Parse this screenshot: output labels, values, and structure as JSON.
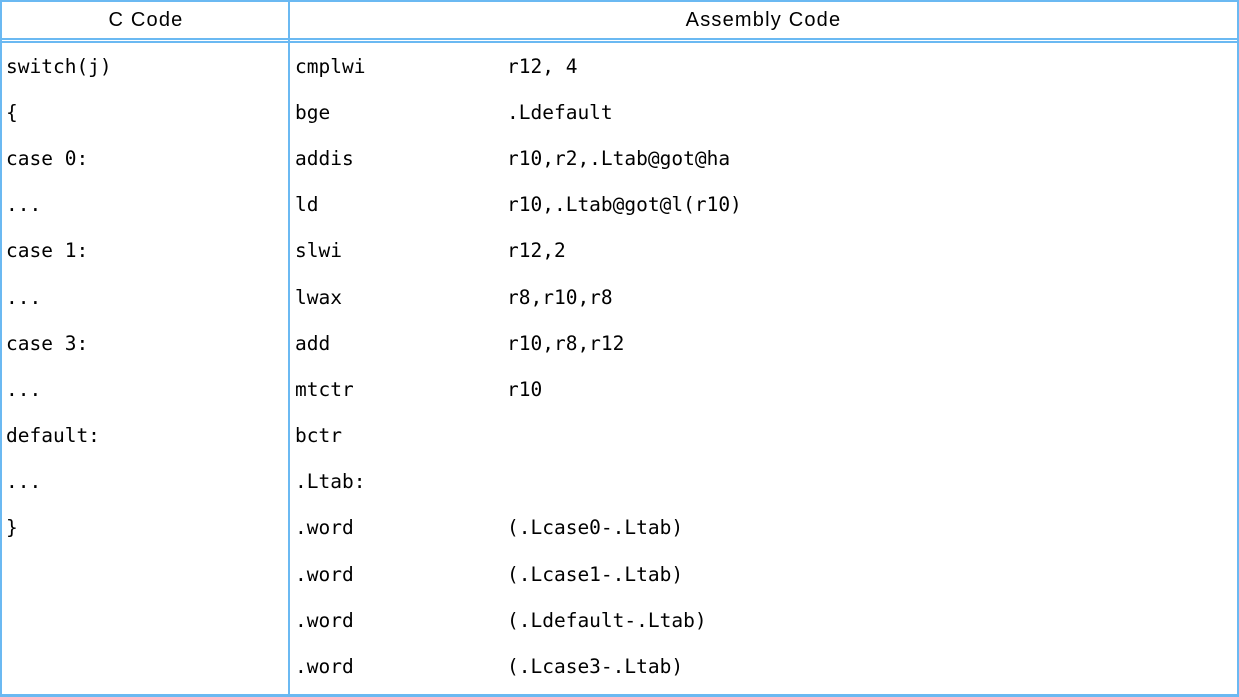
{
  "table": {
    "columns": [
      {
        "label": "C Code"
      },
      {
        "label": "Assembly Code"
      }
    ],
    "rows": [
      {
        "c": "switch(j)",
        "op": "cmplwi",
        "args": "r12, 4"
      },
      {
        "c": "{",
        "op": "bge",
        "args": ".Ldefault"
      },
      {
        "c": "case 0:",
        "op": "addis",
        "args": "r10,r2,.Ltab@got@ha"
      },
      {
        "c": "...",
        "op": "ld",
        "args": "r10,.Ltab@got@l(r10)"
      },
      {
        "c": "case 1:",
        "op": "slwi",
        "args": "r12,2"
      },
      {
        "c": "...",
        "op": "lwax",
        "args": "r8,r10,r8"
      },
      {
        "c": "case 3:",
        "op": "add",
        "args": "r10,r8,r12"
      },
      {
        "c": "...",
        "op": "mtctr",
        "args": "r10"
      },
      {
        "c": "default:",
        "op": "bctr",
        "args": ""
      },
      {
        "c": "...",
        "op": ".Ltab:",
        "args": ""
      },
      {
        "c": "}",
        "op": ".word",
        "args": "(.Lcase0-.Ltab)"
      },
      {
        "c": "",
        "op": ".word",
        "args": "(.Lcase1-.Ltab)"
      },
      {
        "c": "",
        "op": ".word",
        "args": "(.Ldefault-.Ltab)"
      },
      {
        "c": "",
        "op": ".word",
        "args": "(.Lcase3-.Ltab)"
      }
    ]
  },
  "colors": {
    "border": "#6bb9f2",
    "text": "#000000",
    "background": "#ffffff"
  }
}
